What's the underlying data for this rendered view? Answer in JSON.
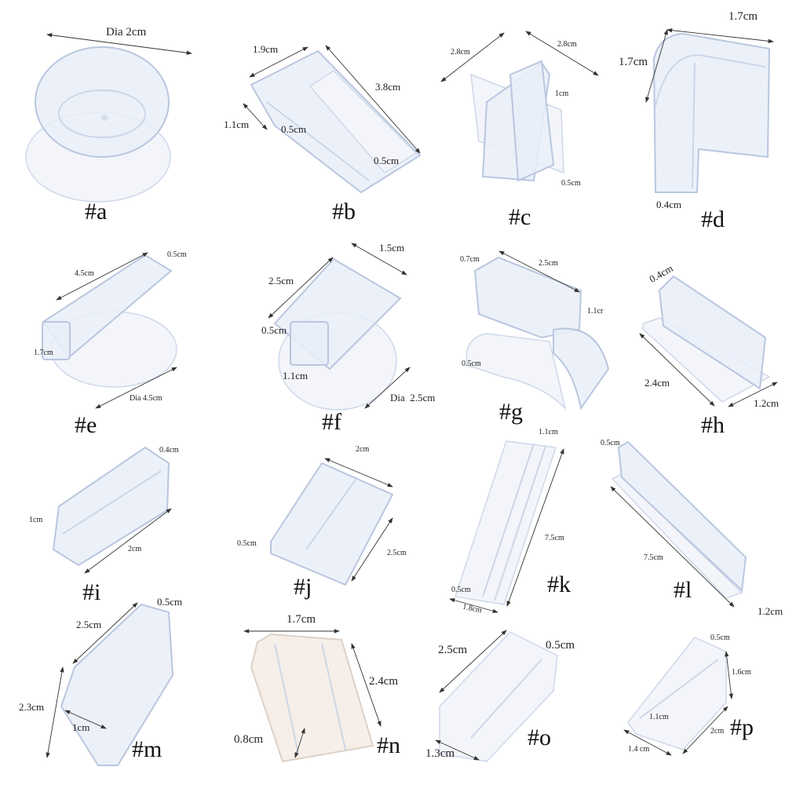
{
  "items": [
    {
      "tag": "#a",
      "dims": [
        "Dia 2cm"
      ]
    },
    {
      "tag": "#b",
      "dims": [
        "1.9cm",
        "1.1cm",
        "0.5cm",
        "3.8cm",
        "0.5cm"
      ]
    },
    {
      "tag": "#c",
      "dims": [
        "2.8cm",
        "2.8cm",
        "1cm",
        "0.5cm"
      ]
    },
    {
      "tag": "#d",
      "dims": [
        "1.7cm",
        "1.7cm",
        "0.4cm"
      ]
    },
    {
      "tag": "#e",
      "dims": [
        "4.5cm",
        "0.5cm",
        "1.7cm",
        "Dia 4.5cm"
      ]
    },
    {
      "tag": "#f",
      "dims": [
        "1.5cm",
        "2.5cm",
        "0.5cm",
        "1.1cm",
        "Dia  2.5cm"
      ]
    },
    {
      "tag": "#g",
      "dims": [
        "0.7cm",
        "2.5cm",
        "1.1cr",
        "0.5cm"
      ]
    },
    {
      "tag": "#h",
      "dims": [
        "0.4cm",
        "2.4cm",
        "1.2cm"
      ]
    },
    {
      "tag": "#i",
      "dims": [
        "0.4cm",
        "1cm",
        "2cm"
      ]
    },
    {
      "tag": "#j",
      "dims": [
        "2cm",
        "0.5cm",
        "2.5cm"
      ]
    },
    {
      "tag": "#k",
      "dims": [
        "1.1cm",
        "7.5cm",
        "0.5cm",
        "1.8cm"
      ]
    },
    {
      "tag": "#l",
      "dims": [
        "0.5cm",
        "7.5cm",
        "1.2cm"
      ]
    },
    {
      "tag": "#m",
      "dims": [
        "0.5cm",
        "2.5cm",
        "2.3cm",
        "1cm"
      ]
    },
    {
      "tag": "#n",
      "dims": [
        "1.7cm",
        "2.4cm",
        "0.8cm"
      ]
    },
    {
      "tag": "#o",
      "dims": [
        "2.5cm",
        "0.5cm",
        "1.3cm"
      ]
    },
    {
      "tag": "#p",
      "dims": [
        "0.5cm",
        "1.6cm",
        "1.1cm",
        "2cm",
        "1.4 cm"
      ]
    }
  ]
}
